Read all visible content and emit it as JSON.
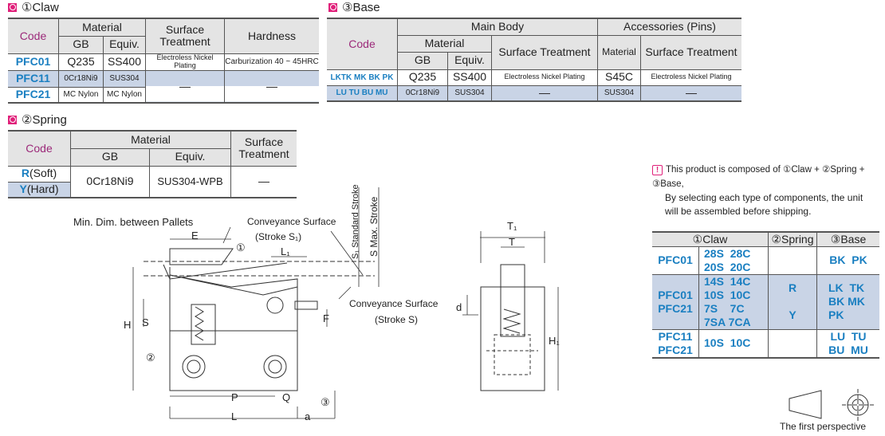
{
  "claw": {
    "title": "①Claw",
    "headers": {
      "code": "Code",
      "material": "Material",
      "gb": "GB",
      "equiv": "Equiv.",
      "surface": "Surface Treatment",
      "hardness": "Hardness"
    },
    "rows": [
      {
        "code": "PFC01",
        "gb": "Q235",
        "equiv": "SS400",
        "surface": "Electroless Nickel Plating",
        "hardness": "Carburization 40 ~ 45HRC"
      },
      {
        "code": "PFC11",
        "gb": "0Cr18Ni9",
        "equiv": "SUS304",
        "surface": "—",
        "hardness": "—"
      },
      {
        "code": "PFC21",
        "gb": "MC Nylon",
        "equiv": "MC Nylon"
      }
    ]
  },
  "base": {
    "title": "③Base",
    "headers": {
      "code": "Code",
      "main_body": "Main Body",
      "accessories": "Accessories (Pins)",
      "material": "Material",
      "gb": "GB",
      "equiv": "Equiv.",
      "surface": "Surface Treatment",
      "acc_material": "Material",
      "acc_surface": "Surface Treatment"
    },
    "rows": [
      {
        "code": "LKTK MK BK PK",
        "gb": "Q235",
        "equiv": "SS400",
        "surface": "Electroless Nickel Plating",
        "acc_material": "S45C",
        "acc_surface": "Electroless Nickel Plating"
      },
      {
        "code": "LU TU BU MU",
        "gb": "0Cr18Ni9",
        "equiv": "SUS304",
        "surface": "—",
        "acc_material": "SUS304",
        "acc_surface": "—"
      }
    ]
  },
  "spring": {
    "title": "②Spring",
    "headers": {
      "code": "Code",
      "material": "Material",
      "gb": "GB",
      "equiv": "Equiv.",
      "surface": "Surface Treatment"
    },
    "rows": [
      {
        "code": "R",
        "code_suffix": "(Soft)"
      },
      {
        "code": "Y",
        "code_suffix": "(Hard)"
      }
    ],
    "gb": "0Cr18Ni9",
    "equiv": "SUS304-WPB",
    "surface": "—"
  },
  "note": {
    "line1": "This product is composed of ①Claw + ②Spring + ③Base,",
    "line2": "By selecting each type of components, the unit",
    "line3": "will be assembled before shipping."
  },
  "selection": {
    "headers": [
      "①Claw",
      "②Spring",
      "③Base"
    ],
    "rows": [
      {
        "claw": "PFC01",
        "types": "28S  28C\n20S  20C",
        "spring": "",
        "base": "BK  PK"
      },
      {
        "claw": "PFC01\nPFC21",
        "types": "14S  14C\n10S  10C\n7S    7C\n7SA 7CA",
        "spring": "R\n\nY",
        "base": "LK  TK\nBK MK\nPK"
      },
      {
        "claw": "PFC11\nPFC21",
        "types": "10S  10C",
        "spring": "",
        "base": "LU  TU\nBU  MU"
      }
    ]
  },
  "drawing": {
    "min_dim": "Min. Dim. between Pallets",
    "conv1": "Conveyance Surface",
    "stroke1": "(Stroke S₁)",
    "conv2": "Conveyance Surface",
    "stroke2": "(Stroke S)",
    "std_stroke": "S₁ Standard  Stroke",
    "max_stroke": "S Max. Stroke",
    "E": "E",
    "L1": "L₁",
    "H": "H",
    "S": "S",
    "F": "F",
    "P": "P",
    "Q": "Q",
    "L": "L",
    "a": "a",
    "n1": "①",
    "n2": "②",
    "n3": "③",
    "T1": "T₁",
    "T": "T",
    "d": "d",
    "H1": "H₁"
  },
  "perspective": "The first perspective"
}
